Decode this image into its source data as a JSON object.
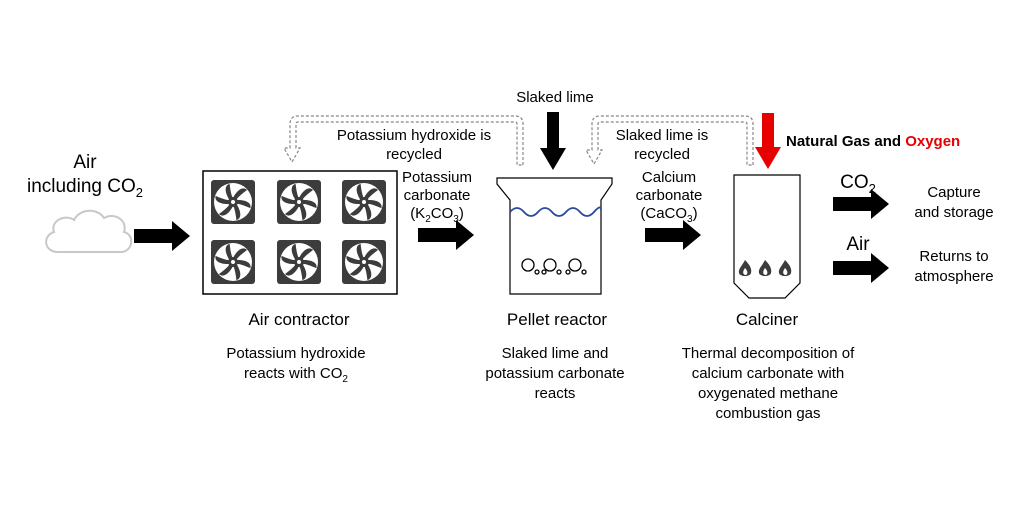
{
  "colors": {
    "black": "#000000",
    "red": "#e60000",
    "wave": "#2a4aa0",
    "dashed": "#888888",
    "fan_dark": "#3c3c3c"
  },
  "labels": {
    "air_in_line1": "Air",
    "air_in_line2": "including CO",
    "air_in_sub": "2",
    "slaked_lime_top": "Slaked lime",
    "koh_recycled_line1": "Potassium hydroxide is",
    "koh_recycled_line2": "recycled",
    "lime_recycled_line1": "Slaked lime is",
    "lime_recycled_line2": "recycled",
    "natural_gas": "Natural Gas and ",
    "oxygen": "Oxygen",
    "pot_carb_line1": "Potassium",
    "pot_carb_line2": "carbonate",
    "pot_carb_line3_a": "(K",
    "pot_carb_line3_sub1": "2",
    "pot_carb_line3_b": "CO",
    "pot_carb_line3_sub2": "3",
    "pot_carb_line3_c": ")",
    "calc_carb_line1": "Calcium",
    "calc_carb_line2": "carbonate",
    "calc_carb_line3_a": "(CaCO",
    "calc_carb_line3_sub": "3",
    "calc_carb_line3_b": ")",
    "co2_out": "CO",
    "co2_out_sub": "2",
    "air_out": "Air",
    "capture_line1": "Capture",
    "capture_line2": "and storage",
    "returns_line1": "Returns to",
    "returns_line2": "atmosphere"
  },
  "stages": [
    {
      "title": "Air contractor",
      "desc_line1": "Potassium hydroxide",
      "desc_line2_a": "reacts with CO",
      "desc_line2_sub": "2"
    },
    {
      "title": "Pellet reactor",
      "desc_line1": "Slaked lime and",
      "desc_line2": "potassium carbonate",
      "desc_line3": "reacts"
    },
    {
      "title": "Calciner",
      "desc_line1": "Thermal decomposition of",
      "desc_line2": "calcium carbonate with",
      "desc_line3": "oxygenated methane",
      "desc_line4": "combustion gas"
    }
  ],
  "icons": [
    "cloud-icon",
    "fan-icon",
    "bubble-icon",
    "flame-icon"
  ]
}
